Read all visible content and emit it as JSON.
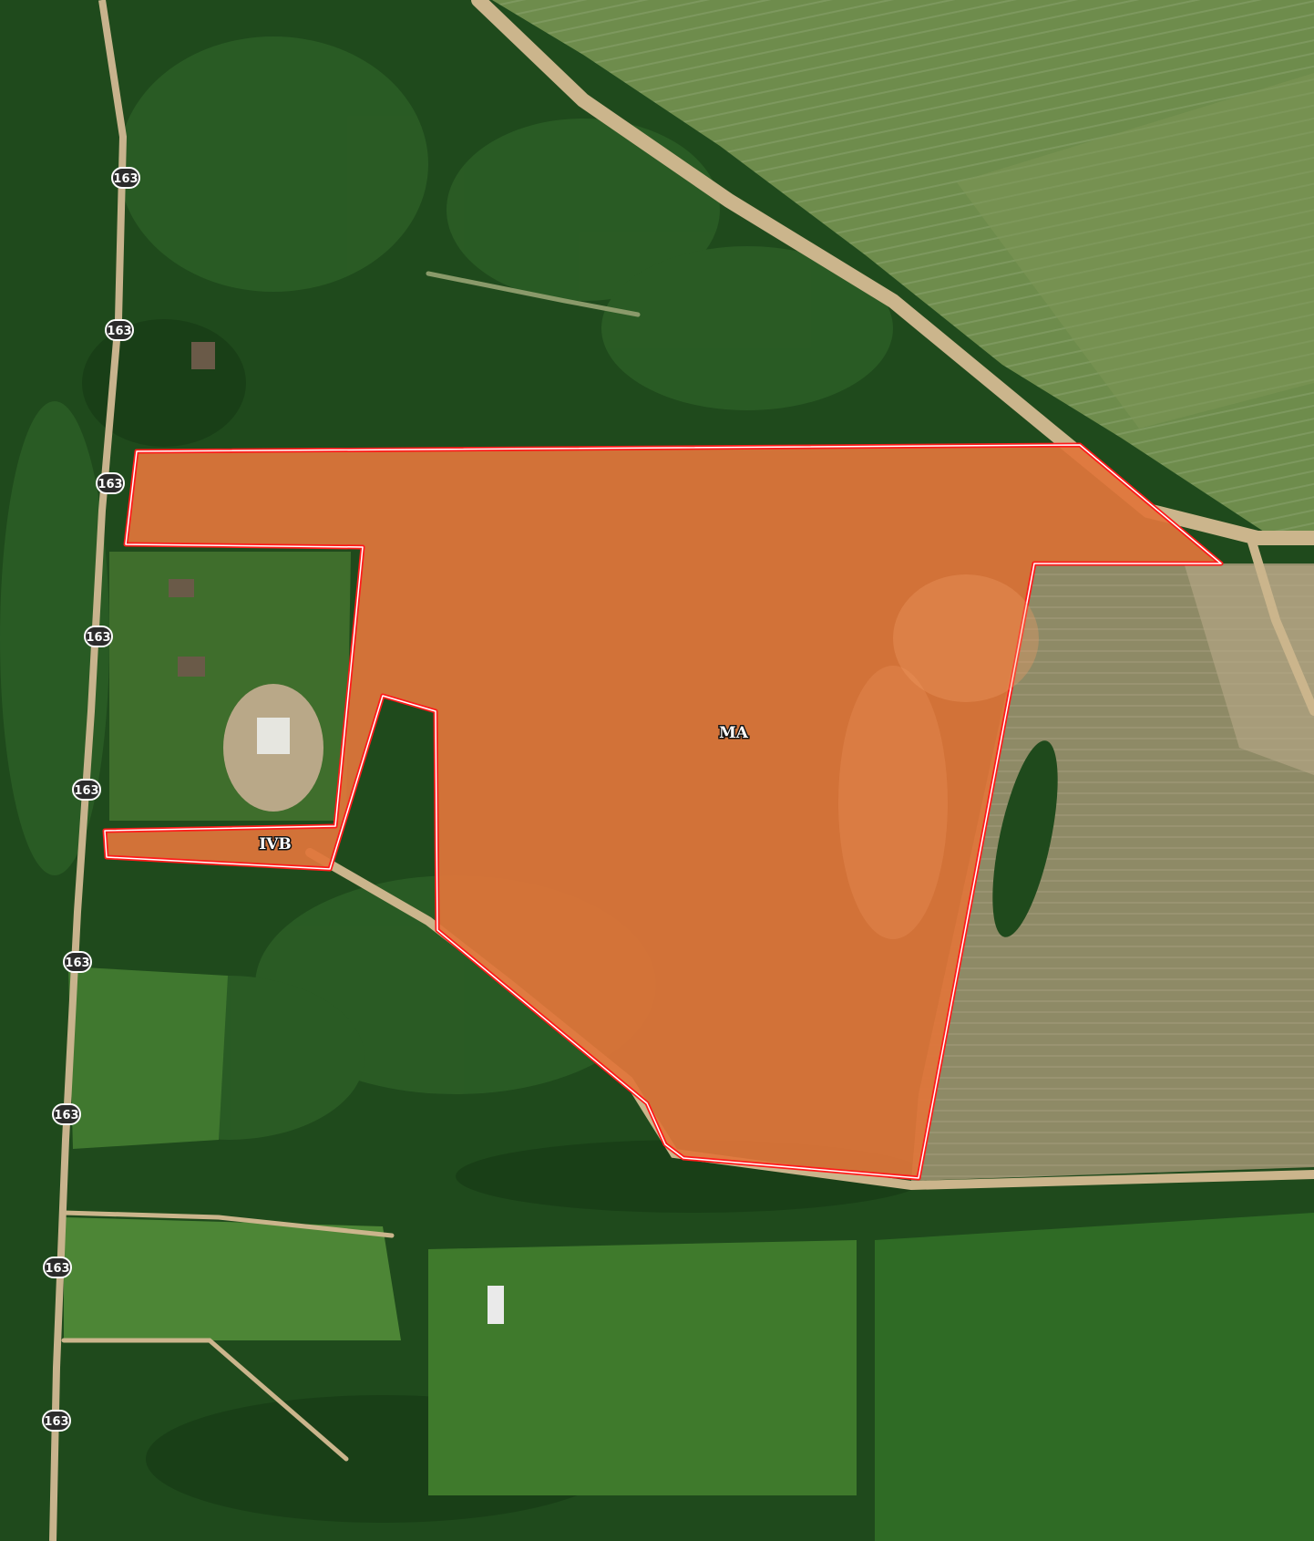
{
  "map": {
    "road_shield_label": "163",
    "parcels": [
      {
        "label": "MA",
        "fill": "#e0753a"
      },
      {
        "label": "IVB",
        "fill": "#e0753a"
      }
    ],
    "boundary_color": "#ff1a1a",
    "colors": {
      "forest": "#1f4a1c",
      "field": "#6e8a4a",
      "pasture": "#4f8a37",
      "dirt_road": "#cbb58c"
    }
  }
}
